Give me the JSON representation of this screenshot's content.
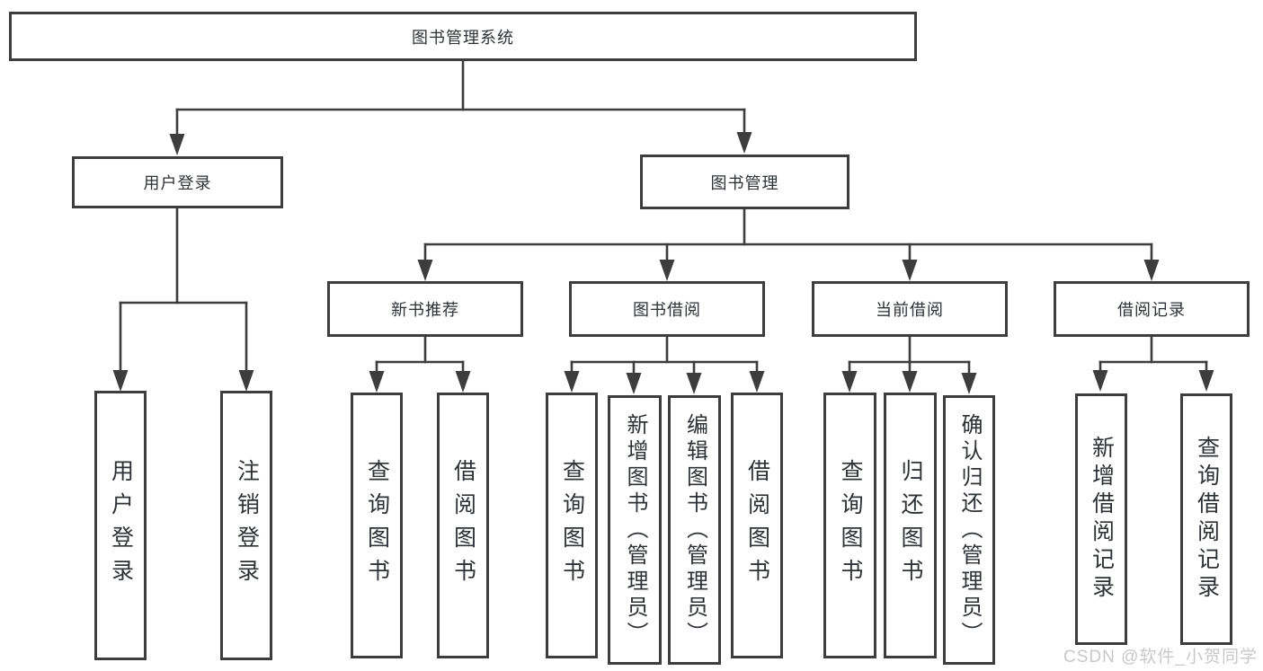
{
  "colors": {
    "line": "#3d3d3d",
    "text": "#2e3136",
    "watermark": "#c8c8c8",
    "background": "#ffffff"
  },
  "tree": {
    "root": "图书管理系统",
    "branches": {
      "user_login": "用户登录",
      "book_management": "图书管理"
    },
    "modules": {
      "new_book_recommend": "新书推荐",
      "book_borrowing": "图书借阅",
      "current_borrowing": "当前借阅",
      "borrowing_records": "借阅记录"
    },
    "leaves": {
      "user_login": "用户登录",
      "logout": "注销登录",
      "nbr_query_books": "查询图书",
      "nbr_borrow_books": "借阅图书",
      "bb_query_books": "查询图书",
      "bb_add_books": "新增图书（管理员）",
      "bb_edit_books": "编辑图书（管理员）",
      "bb_borrow_books": "借阅图书",
      "cb_query_books": "查询图书",
      "cb_return_books": "归还图书",
      "cb_confirm_return": "确认归还（管理员）",
      "br_add_record": "新增借阅记录",
      "br_query_record": "查询借阅记录"
    }
  },
  "watermark": "CSDN @软件_小贺同学"
}
